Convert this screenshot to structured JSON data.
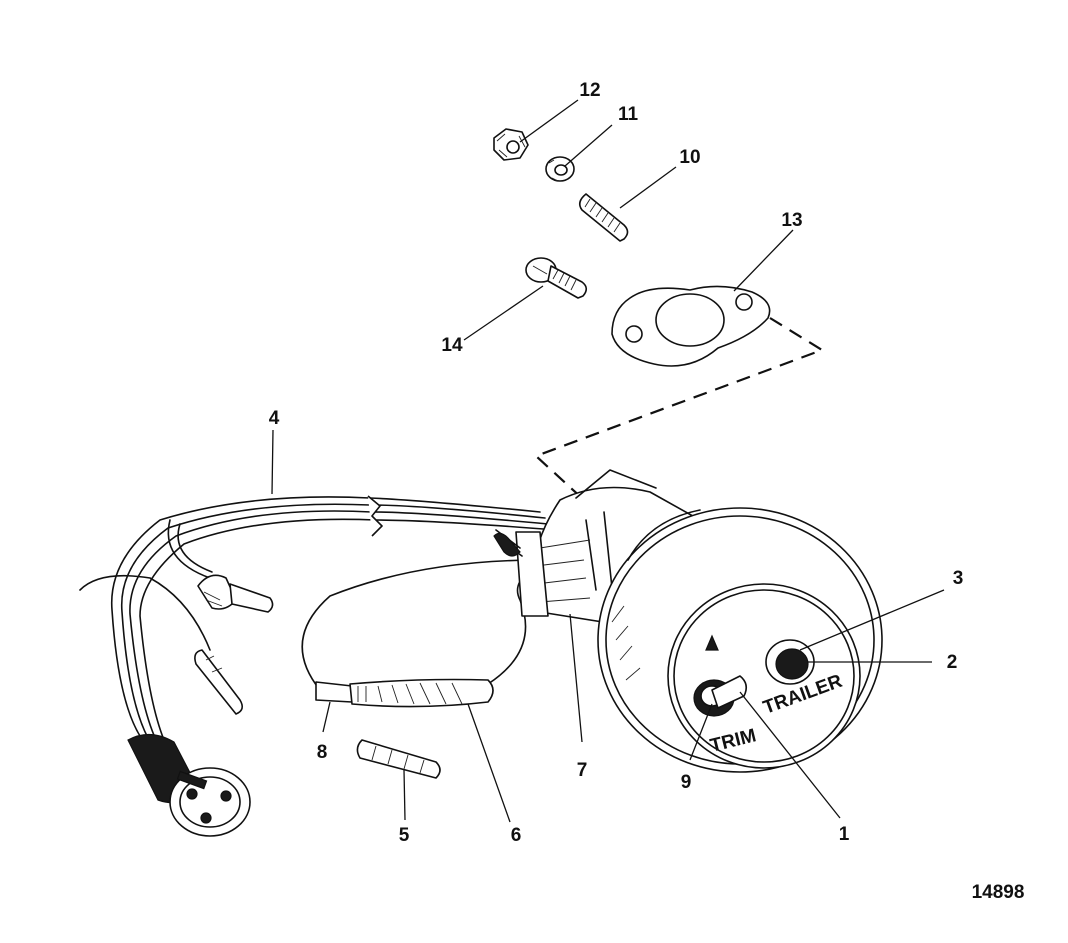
{
  "figure_number": "14898",
  "callouts": [
    {
      "id": "1",
      "text": "1"
    },
    {
      "id": "2",
      "text": "2"
    },
    {
      "id": "3",
      "text": "3"
    },
    {
      "id": "4",
      "text": "4"
    },
    {
      "id": "5",
      "text": "5"
    },
    {
      "id": "6",
      "text": "6"
    },
    {
      "id": "7",
      "text": "7"
    },
    {
      "id": "8",
      "text": "8"
    },
    {
      "id": "9",
      "text": "9"
    },
    {
      "id": "10",
      "text": "10"
    },
    {
      "id": "11",
      "text": "11"
    },
    {
      "id": "12",
      "text": "12"
    },
    {
      "id": "13",
      "text": "13"
    },
    {
      "id": "14",
      "text": "14"
    }
  ],
  "panel_markings": {
    "trim_lower": "TRIM",
    "trailer_right": "TRAILER"
  }
}
